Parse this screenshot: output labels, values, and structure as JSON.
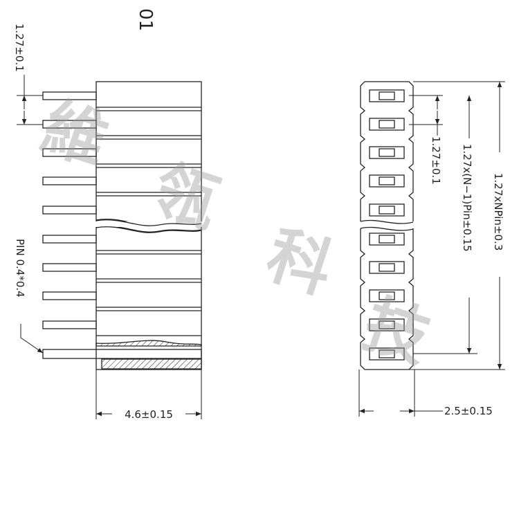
{
  "drawing": {
    "part_number": "01",
    "watermark": [
      "維",
      "瓴",
      "科",
      "技"
    ],
    "side_view": {
      "pitch_dim": "1.27±0.1",
      "pin_label": "PIN 0.4*0.4",
      "width_dim": "4.6±0.15"
    },
    "front_view": {
      "pitch_dim": "1.27±0.1",
      "pin_span_dim": "1.27x(N−1)Pin±0.15",
      "total_length_dim": "1.27xNPin±0.3",
      "width_dim": "2.5±0.15"
    },
    "colors": {
      "line": "#222222",
      "watermark": "#9a9a9a"
    }
  }
}
